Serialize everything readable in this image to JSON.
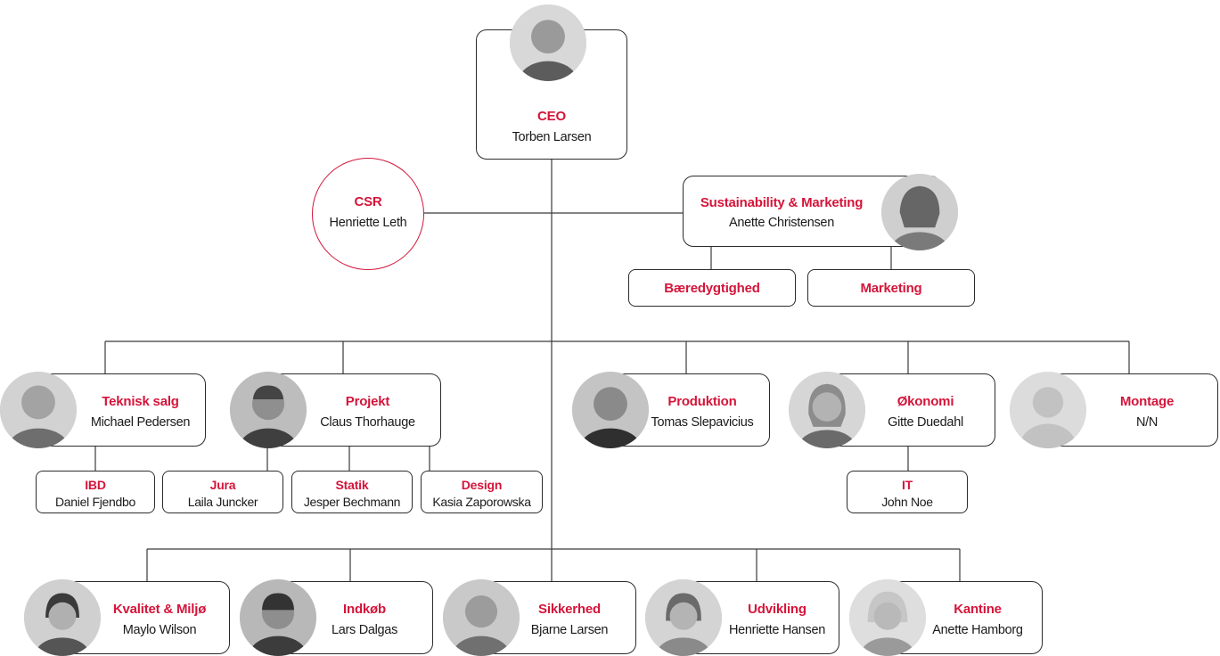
{
  "accent_color": "#d4153a",
  "ceo": {
    "title": "CEO",
    "name": "Torben Larsen"
  },
  "csr": {
    "title": "CSR",
    "name": "Henriette Leth"
  },
  "sustain": {
    "title": "Sustainability & Marketing",
    "name": "Anette Christensen"
  },
  "baeredygtighed": {
    "title": "Bæredygtighed"
  },
  "marketing": {
    "title": "Marketing"
  },
  "teknisk": {
    "title": "Teknisk salg",
    "name": "Michael Pedersen"
  },
  "projekt": {
    "title": "Projekt",
    "name": "Claus Thorhauge"
  },
  "produktion": {
    "title": "Produktion",
    "name": "Tomas Slepavicius"
  },
  "okonomi": {
    "title": "Økonomi",
    "name": "Gitte Duedahl"
  },
  "montage": {
    "title": "Montage",
    "name": "N/N"
  },
  "ibd": {
    "title": "IBD",
    "name": "Daniel Fjendbo"
  },
  "jura": {
    "title": "Jura",
    "name": "Laila Juncker"
  },
  "statik": {
    "title": "Statik",
    "name": "Jesper Bechmann"
  },
  "design": {
    "title": "Design",
    "name": "Kasia Zaporowska"
  },
  "it": {
    "title": "IT",
    "name": "John Noe"
  },
  "kvalitet": {
    "title": "Kvalitet & Miljø",
    "name": "Maylo Wilson"
  },
  "indkob": {
    "title": "Indkøb",
    "name": "Lars Dalgas"
  },
  "sikkerhed": {
    "title": "Sikkerhed",
    "name": "Bjarne Larsen"
  },
  "udvikling": {
    "title": "Udvikling",
    "name": "Henriette Hansen"
  },
  "kantine": {
    "title": "Kantine",
    "name": "Anette Hamborg"
  }
}
